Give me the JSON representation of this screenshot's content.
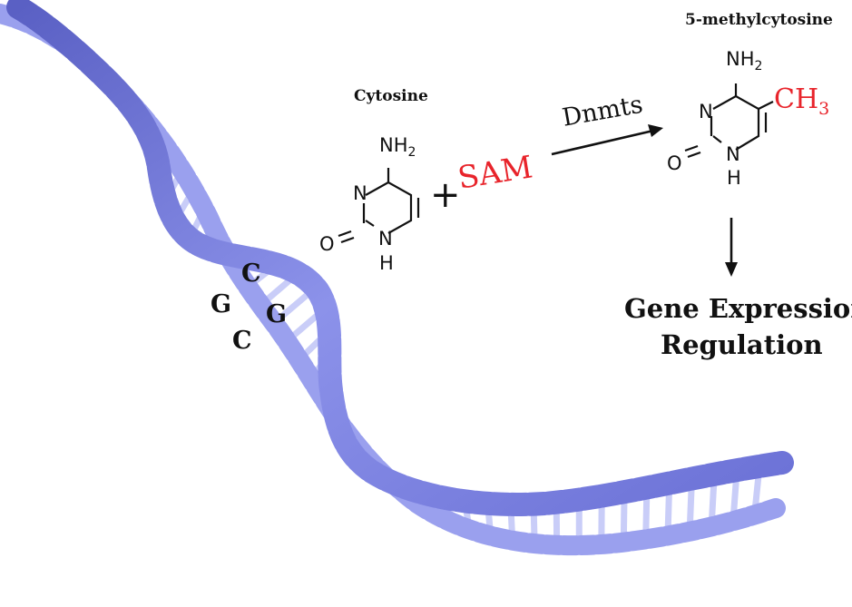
{
  "diagram": {
    "cytosine_title": "Cytosine",
    "methylcytosine_title": "5-methylcytosine",
    "plus": "+",
    "sam": "SAM",
    "enzyme": "Dnmts",
    "outcome_line1": "Gene Expression",
    "outcome_line2": "Regulation",
    "cpg": {
      "c_top": "C",
      "g_left": "G",
      "g_right": "G",
      "c_bottom": "C"
    },
    "atoms": {
      "n": "N",
      "o": "O",
      "h": "H",
      "nh2_main": "NH",
      "nh2_sub": "2",
      "ch3_main": "CH",
      "ch3_sub": "3"
    }
  },
  "colors": {
    "dna_strand": "#7c82e0",
    "dna_strand_dark": "#5a60c4",
    "dna_rung": "#c9cdf8",
    "highlight_red": "#e8242b",
    "ink": "#111111"
  }
}
